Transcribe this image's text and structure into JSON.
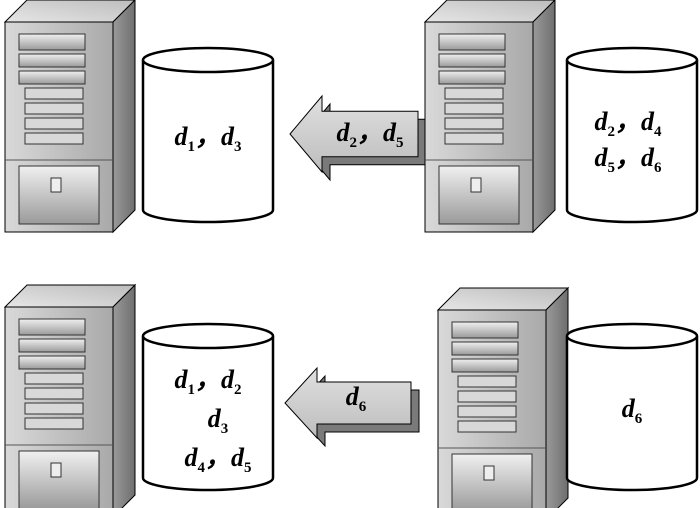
{
  "panels": [
    {
      "id": "top",
      "local_db": {
        "lines": [
          [
            {
              "v": "d",
              "s": "1"
            },
            {
              "v": "d",
              "s": "3"
            }
          ]
        ]
      },
      "transfer": {
        "items": [
          {
            "v": "d",
            "s": "2"
          },
          {
            "v": "d",
            "s": "5"
          }
        ],
        "direction": "left"
      },
      "remote_db": {
        "lines": [
          [
            {
              "v": "d",
              "s": "2"
            },
            {
              "v": "d",
              "s": "4"
            }
          ],
          [
            {
              "v": "d",
              "s": "5"
            },
            {
              "v": "d",
              "s": "6"
            }
          ]
        ]
      }
    },
    {
      "id": "bottom",
      "local_db": {
        "lines": [
          [
            {
              "v": "d",
              "s": "1"
            },
            {
              "v": "d",
              "s": "2"
            }
          ],
          [
            {
              "v": "d",
              "s": "3"
            }
          ],
          [
            {
              "v": "d",
              "s": "4"
            },
            {
              "v": "d",
              "s": "5"
            }
          ]
        ]
      },
      "transfer": {
        "items": [
          {
            "v": "d",
            "s": "6"
          }
        ],
        "direction": "left"
      },
      "remote_db": {
        "lines": [
          [
            {
              "v": "d",
              "s": "6"
            }
          ]
        ]
      }
    }
  ],
  "separator": "，",
  "icons": {
    "server": "server-tower-icon",
    "database": "database-cylinder-icon",
    "arrow": "transfer-arrow-icon"
  },
  "colors": {
    "server_body": "#bdbdbd",
    "server_side": "#8a8a8a",
    "arrow_fill": "#c8c8c8",
    "stroke": "#000000"
  }
}
